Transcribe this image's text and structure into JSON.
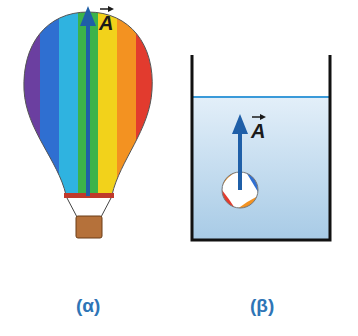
{
  "diagram": {
    "labels": [
      "A",
      "A",
      "(α)",
      "(β)"
    ]
  }
}
